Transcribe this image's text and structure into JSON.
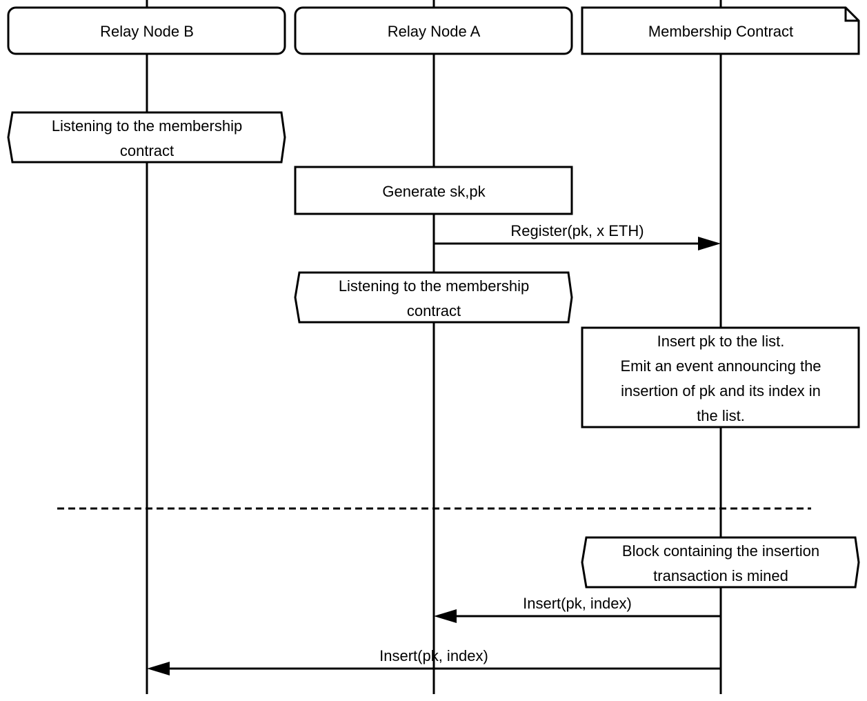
{
  "participants": {
    "relay_b": "Relay Node B",
    "relay_a": "Relay Node A",
    "contract": "Membership Contract"
  },
  "states": {
    "b_listening": [
      "Listening to the membership",
      "contract"
    ],
    "a_listening": [
      "Listening to the membership",
      "contract"
    ],
    "block_mined": [
      "Block containing the insertion",
      "transaction is mined"
    ]
  },
  "actions": {
    "generate_keys": "Generate sk,pk",
    "insert_pk": [
      "Insert pk to the list.",
      "Emit an event announcing the",
      "insertion of pk and its index in",
      "the list."
    ]
  },
  "messages": {
    "register": "Register(pk, x ETH)",
    "insert_to_a": "Insert(pk, index)",
    "insert_to_b": "Insert(pk, index)"
  },
  "colors": {
    "line": "#000000",
    "background": "#ffffff"
  }
}
